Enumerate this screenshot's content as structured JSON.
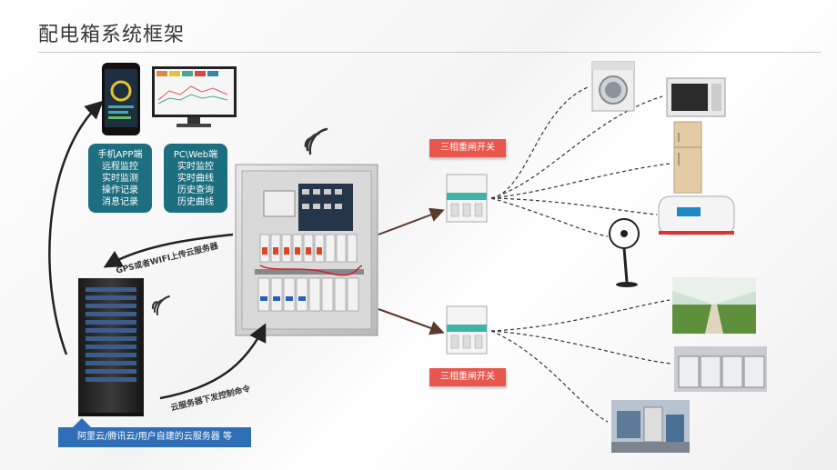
{
  "title": "配电箱系统框架",
  "mobile_box": {
    "lines": [
      "手机APP端",
      "远程监控",
      "实时监测",
      "操作记录",
      "消息记录"
    ]
  },
  "pc_box": {
    "lines": [
      "PC\\Web端",
      "实时监控",
      "实时曲线",
      "历史查询",
      "历史曲线"
    ]
  },
  "upload_label": "GPS或者WIFI上传云服务器",
  "command_label": "云服务器下发控制命令",
  "cloud_label": "阿里云/腾讯云/用户自建的云服务器  等",
  "switch_label_top": "三相重闸开关",
  "switch_label_bottom": "三相重闸开关",
  "colors": {
    "teal": "#1d6f80",
    "red": "#e8574d",
    "blue": "#2f6fb8",
    "arrow": "#5a3a2a"
  }
}
